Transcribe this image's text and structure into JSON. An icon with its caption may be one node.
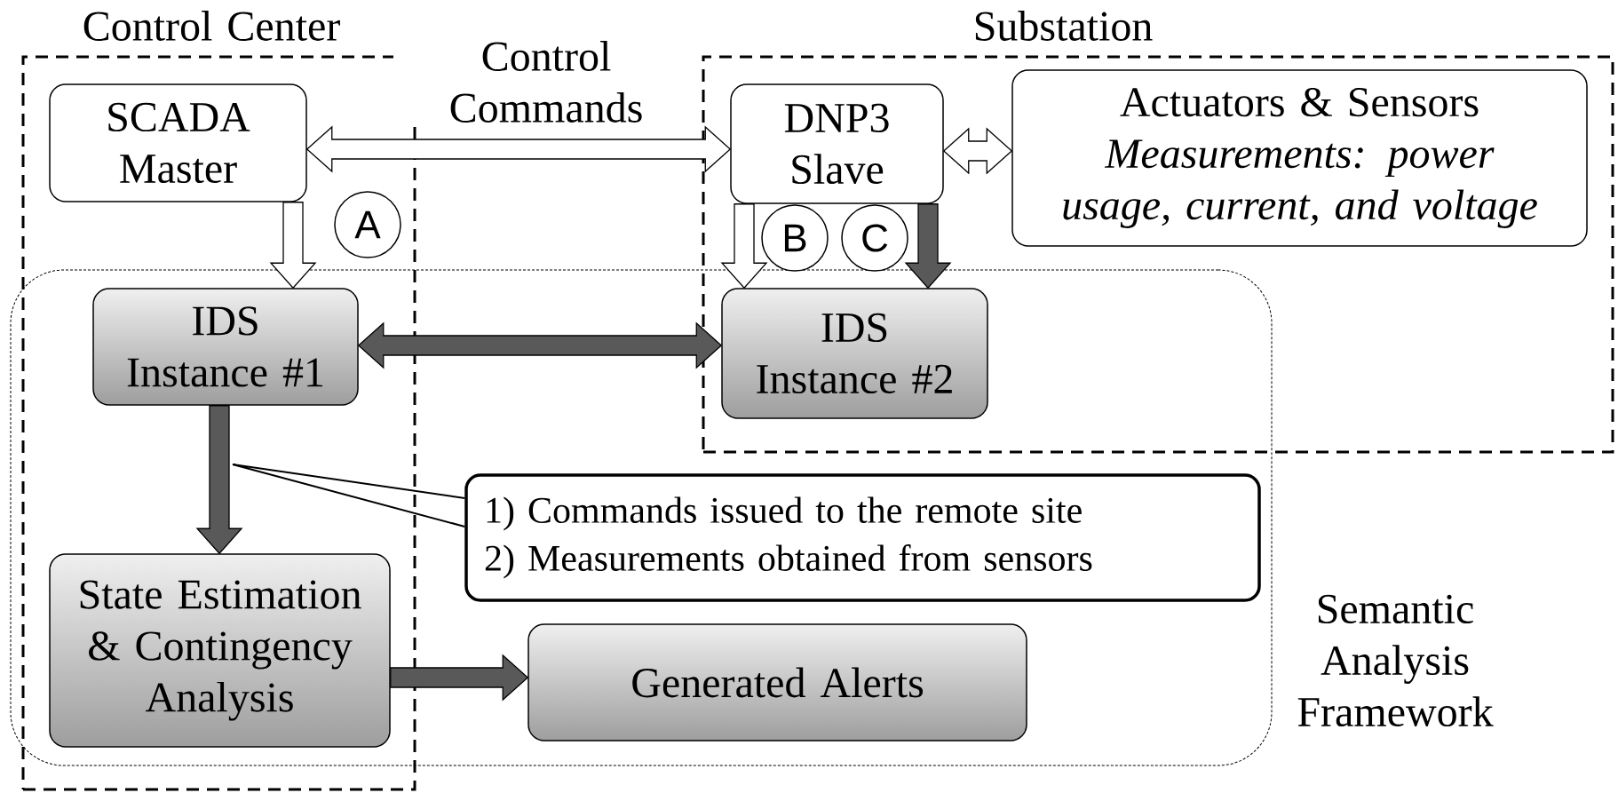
{
  "diagram": {
    "nodes": [
      {
        "text": [
          "Control Center"
        ]
      },
      {
        "text": [
          "Substation"
        ]
      },
      {
        "text": [
          "Semantic Analysis Framework"
        ]
      },
      {
        "text": [
          "SCADA Master"
        ],
        "in": 0
      },
      {
        "text": [
          "DNP3 Slave"
        ],
        "in": 1
      },
      {
        "text": [
          "Actuators & Sensors",
          "Measurements: power usage, current, and voltage"
        ],
        "in": 1
      },
      {
        "text": [
          "IDS Instance #1"
        ]
      },
      {
        "text": [
          "IDS Instance #2"
        ]
      },
      {
        "text": [
          "1)  Commands issued to the remote site",
          "2)  Measurements obtained from sensors"
        ],
        "in": 2
      },
      {
        "text": [
          "State Estimation & Contingency Analysis"
        ]
      },
      {
        "text": [
          "Generated Alerts"
        ],
        "in": 2
      },
      {
        "text": [
          "A"
        ],
        "in": 0
      },
      {
        "text": [
          "B"
        ],
        "in": 1
      },
      {
        "text": [
          "C"
        ],
        "in": 1
      }
    ],
    "edges": [
      {
        "from": 3,
        "to": 4,
        "arrow": "both",
        "label": "Control Commands",
        "color": "#ffffff"
      },
      {
        "from": 3,
        "to": 6,
        "arrow": "to",
        "color": "#ffffff"
      },
      {
        "from": 4,
        "to": 7,
        "arrow": "to",
        "color": "#ffffff"
      },
      {
        "from": 4,
        "to": 7,
        "arrow": "to",
        "color": "#595959"
      },
      {
        "from": 4,
        "to": 5,
        "arrow": "both",
        "color": "#ffffff"
      },
      {
        "from": 6,
        "to": 7,
        "arrow": "both",
        "color": "#595959"
      },
      {
        "from": 6,
        "to": 9,
        "arrow": "to",
        "color": "#595959"
      },
      {
        "from": 9,
        "to": 10,
        "arrow": "to",
        "color": "#595959"
      },
      {
        "from": 8,
        "to": null,
        "arrow": "none"
      }
    ]
  }
}
